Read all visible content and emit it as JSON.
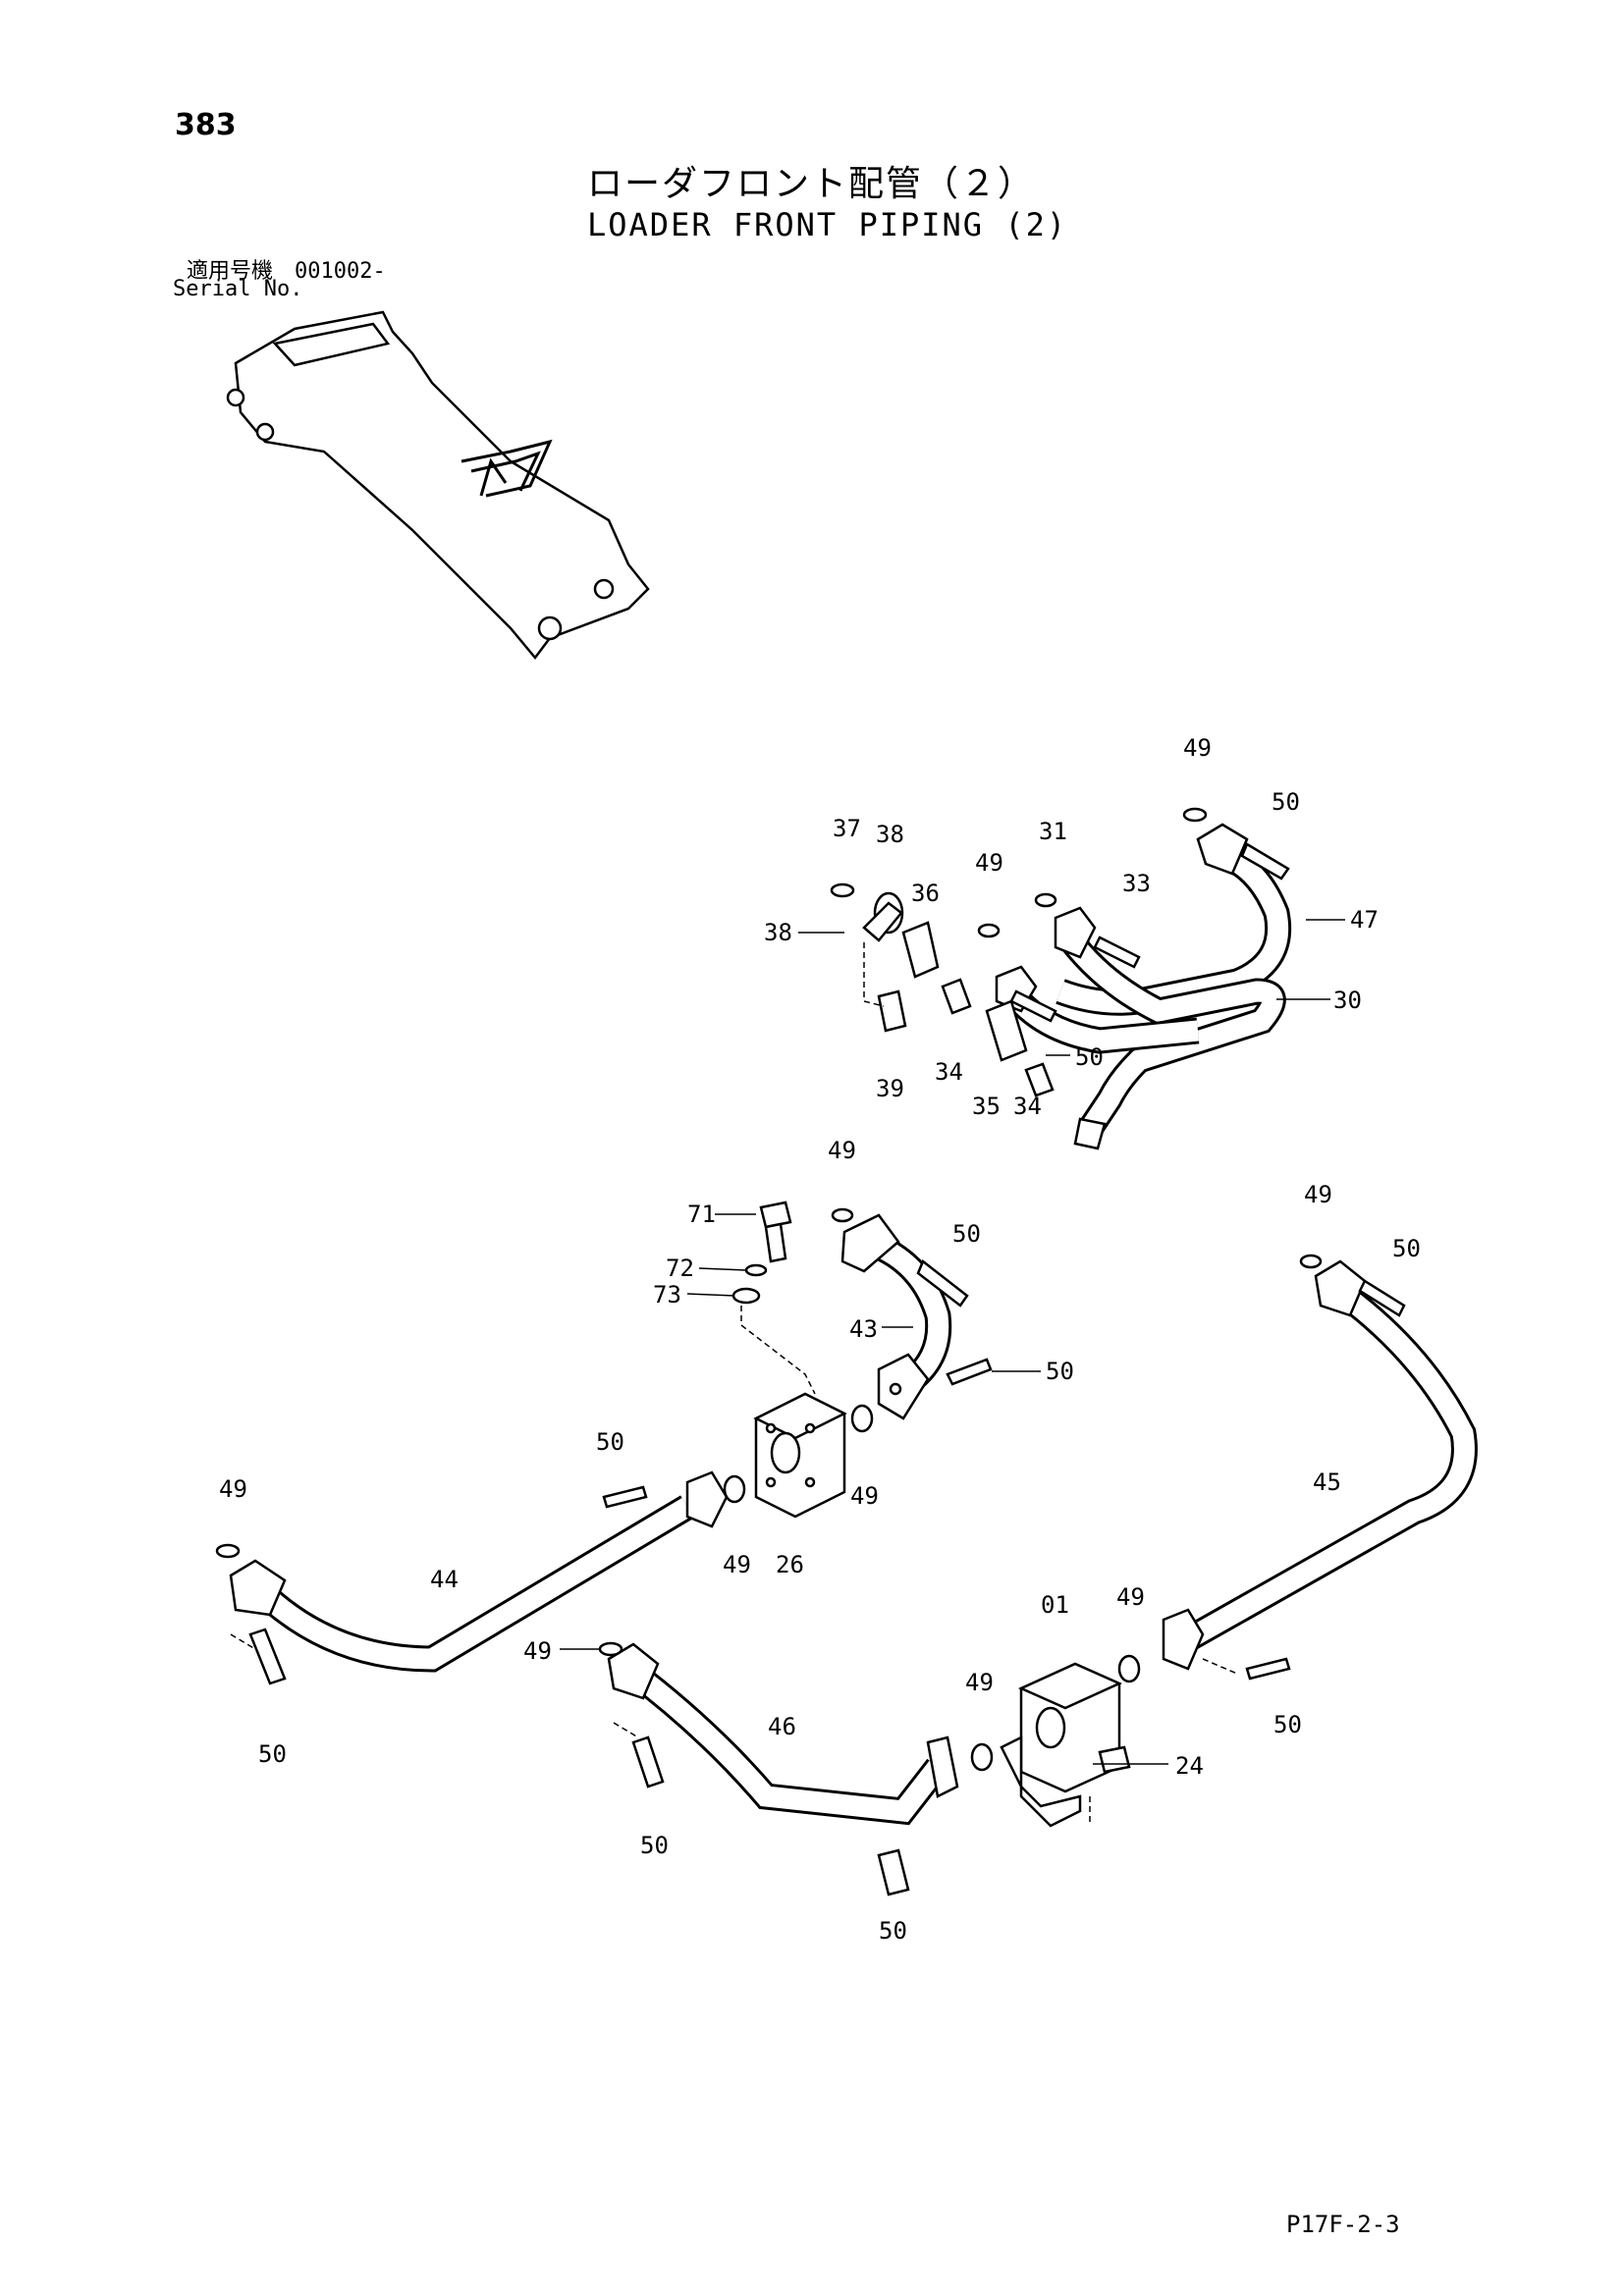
{
  "page_number": "383",
  "title_jp": "ローダフロント配管（２）",
  "title_en": "LOADER FRONT PIPING (2)",
  "serial_jp": "適用号機　001002-",
  "serial_en": "Serial No.",
  "doc_code": "P17F-2-3",
  "callouts": {
    "c49a": "49",
    "c50a": "50",
    "c47": "47",
    "c37": "37",
    "c38a": "38",
    "c38b": "38",
    "c49b": "49",
    "c31": "31",
    "c33": "33",
    "c36": "36",
    "c30": "30",
    "c50b": "50",
    "c39": "39",
    "c34a": "34",
    "c35": "35",
    "c34b": "34",
    "c49c": "49",
    "c71": "71",
    "c72": "72",
    "c73": "73",
    "c50c": "50",
    "c43": "43",
    "c50d": "50",
    "c49d": "49",
    "c50e": "50",
    "c45": "45",
    "c50f": "50",
    "c49e": "49",
    "c26": "26",
    "c49f": "49",
    "c49g": "49",
    "c44": "44",
    "c50g": "50",
    "c01": "01",
    "c49h": "49",
    "c49i": "49",
    "c49j": "49",
    "c46": "46",
    "c24": "24",
    "c50h": "50",
    "c50i": "50",
    "c50j": "50"
  }
}
